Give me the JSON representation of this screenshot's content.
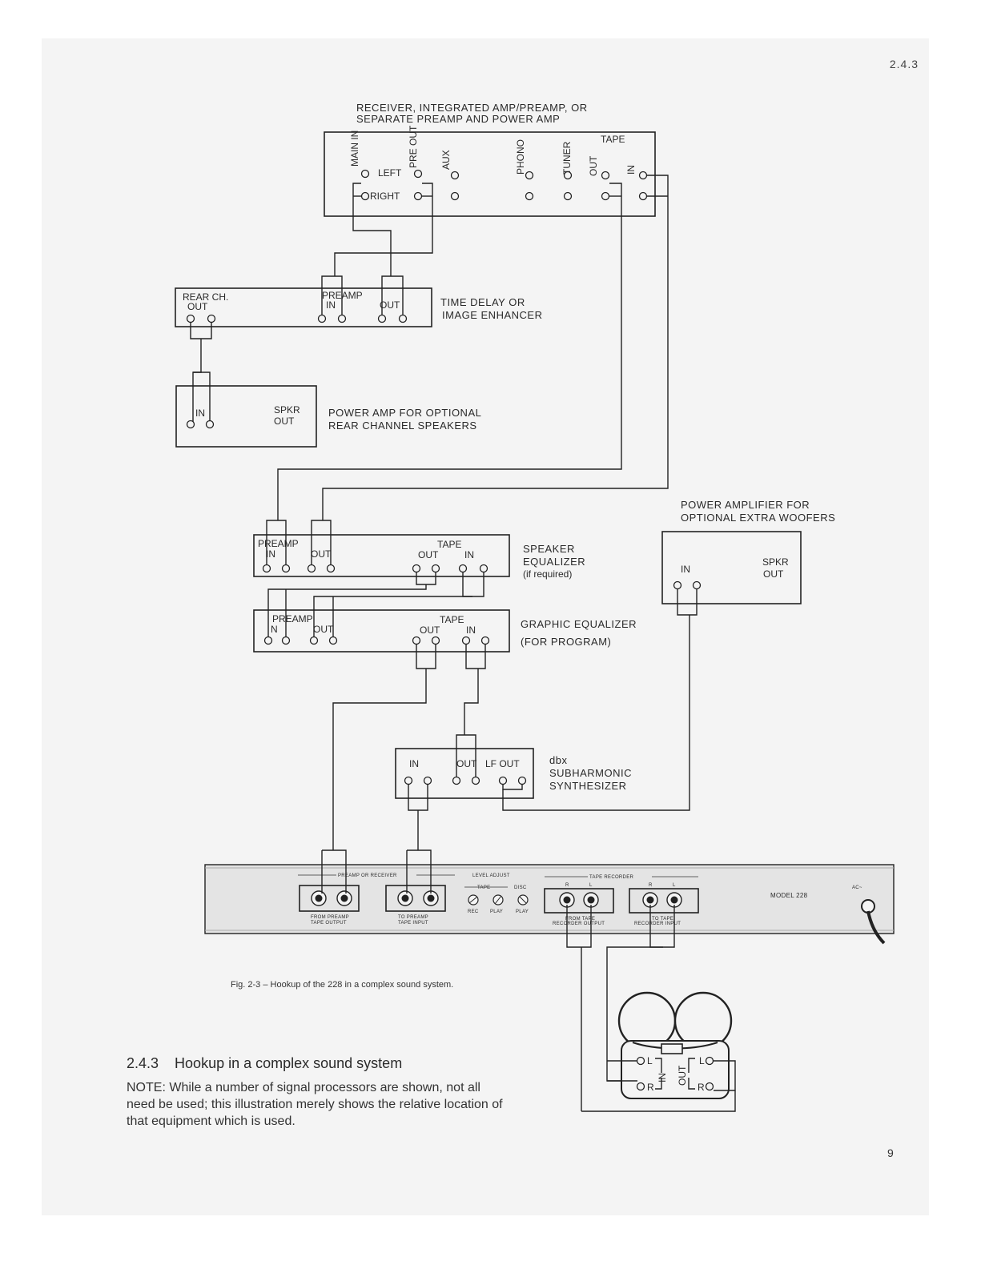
{
  "page": {
    "section_number_top": "2.4.3",
    "page_number": "9"
  },
  "receiver": {
    "title_line1": "RECEIVER, INTEGRATED AMP/PREAMP, OR",
    "title_line2": "SEPARATE PREAMP AND POWER AMP",
    "main_in": "MAIN IN",
    "pre_out": "PRE OUT",
    "aux": "AUX",
    "phono": "PHONO",
    "tuner": "TUNER",
    "tape": "TAPE",
    "out": "OUT",
    "in": "IN",
    "left": "LEFT",
    "right": "RIGHT"
  },
  "time_delay": {
    "rear_ch": "REAR CH.",
    "out": "OUT",
    "preamp": "PREAMP",
    "in": "IN",
    "preamp_out": "OUT",
    "label_line1": "TIME DELAY OR",
    "label_line2": "IMAGE ENHANCER"
  },
  "rear_amp": {
    "in": "IN",
    "spkr": "SPKR",
    "out": "OUT",
    "label_line1": "POWER AMP FOR OPTIONAL",
    "label_line2": "REAR CHANNEL SPEAKERS"
  },
  "woofer_amp": {
    "label_line1": "POWER AMPLIFIER FOR",
    "label_line2": "OPTIONAL EXTRA WOOFERS",
    "in": "IN",
    "spkr": "SPKR",
    "out": "OUT"
  },
  "speaker_eq": {
    "preamp": "PREAMP",
    "in": "IN",
    "out": "OUT",
    "tape": "TAPE",
    "tape_out": "OUT",
    "tape_in": "IN",
    "label_line1": "SPEAKER",
    "label_line2": "EQUALIZER",
    "label_line3": "(if required)"
  },
  "graphic_eq": {
    "preamp": "PREAMP",
    "in": "N",
    "out": "OUT",
    "tape": "TAPE",
    "tape_out": "OUT",
    "tape_in": "IN",
    "label_line1": "GRAPHIC EQUALIZER",
    "label_line2": "(FOR PROGRAM)"
  },
  "subharmonic": {
    "in": "IN",
    "out": "OUT",
    "lf_out": "LF OUT",
    "label_line1": "dbx",
    "label_line2": "SUBHARMONIC",
    "label_line3": "SYNTHESIZER"
  },
  "dbx228": {
    "preamp_or_receiver": "PREAMP OR RECEIVER",
    "from_preamp_1": "FROM PREAMP",
    "from_preamp_2": "TAPE OUTPUT",
    "to_preamp_1": "TO PREAMP",
    "to_preamp_2": "TAPE INPUT",
    "level_adjust": "LEVEL ADJUST",
    "tape": "TAPE",
    "disc": "DISC",
    "rec": "REC",
    "play": "PLAY",
    "play2": "PLAY",
    "tape_recorder": "TAPE RECORDER",
    "r": "R",
    "l": "L",
    "r2": "R",
    "l2": "L",
    "from_tape_1": "FROM TAPE",
    "from_tape_2": "RECORDER OUTPUT",
    "to_tape_1": "TO TAPE",
    "to_tape_2": "RECORDER INPUT",
    "model": "MODEL 228",
    "ac": "AC~"
  },
  "tape_deck": {
    "l": "L",
    "r": "R",
    "in": "IN",
    "out": "OUT",
    "l2": "L",
    "r2": "R"
  },
  "caption": "Fig. 2-3 – Hookup of the 228 in a complex sound system.",
  "section": {
    "number": "2.4.3",
    "title": "Hookup in a complex sound system"
  },
  "note": "NOTE: While a number of signal processors are shown, not all need be used; this illustration merely shows the relative location of that equipment which is used."
}
